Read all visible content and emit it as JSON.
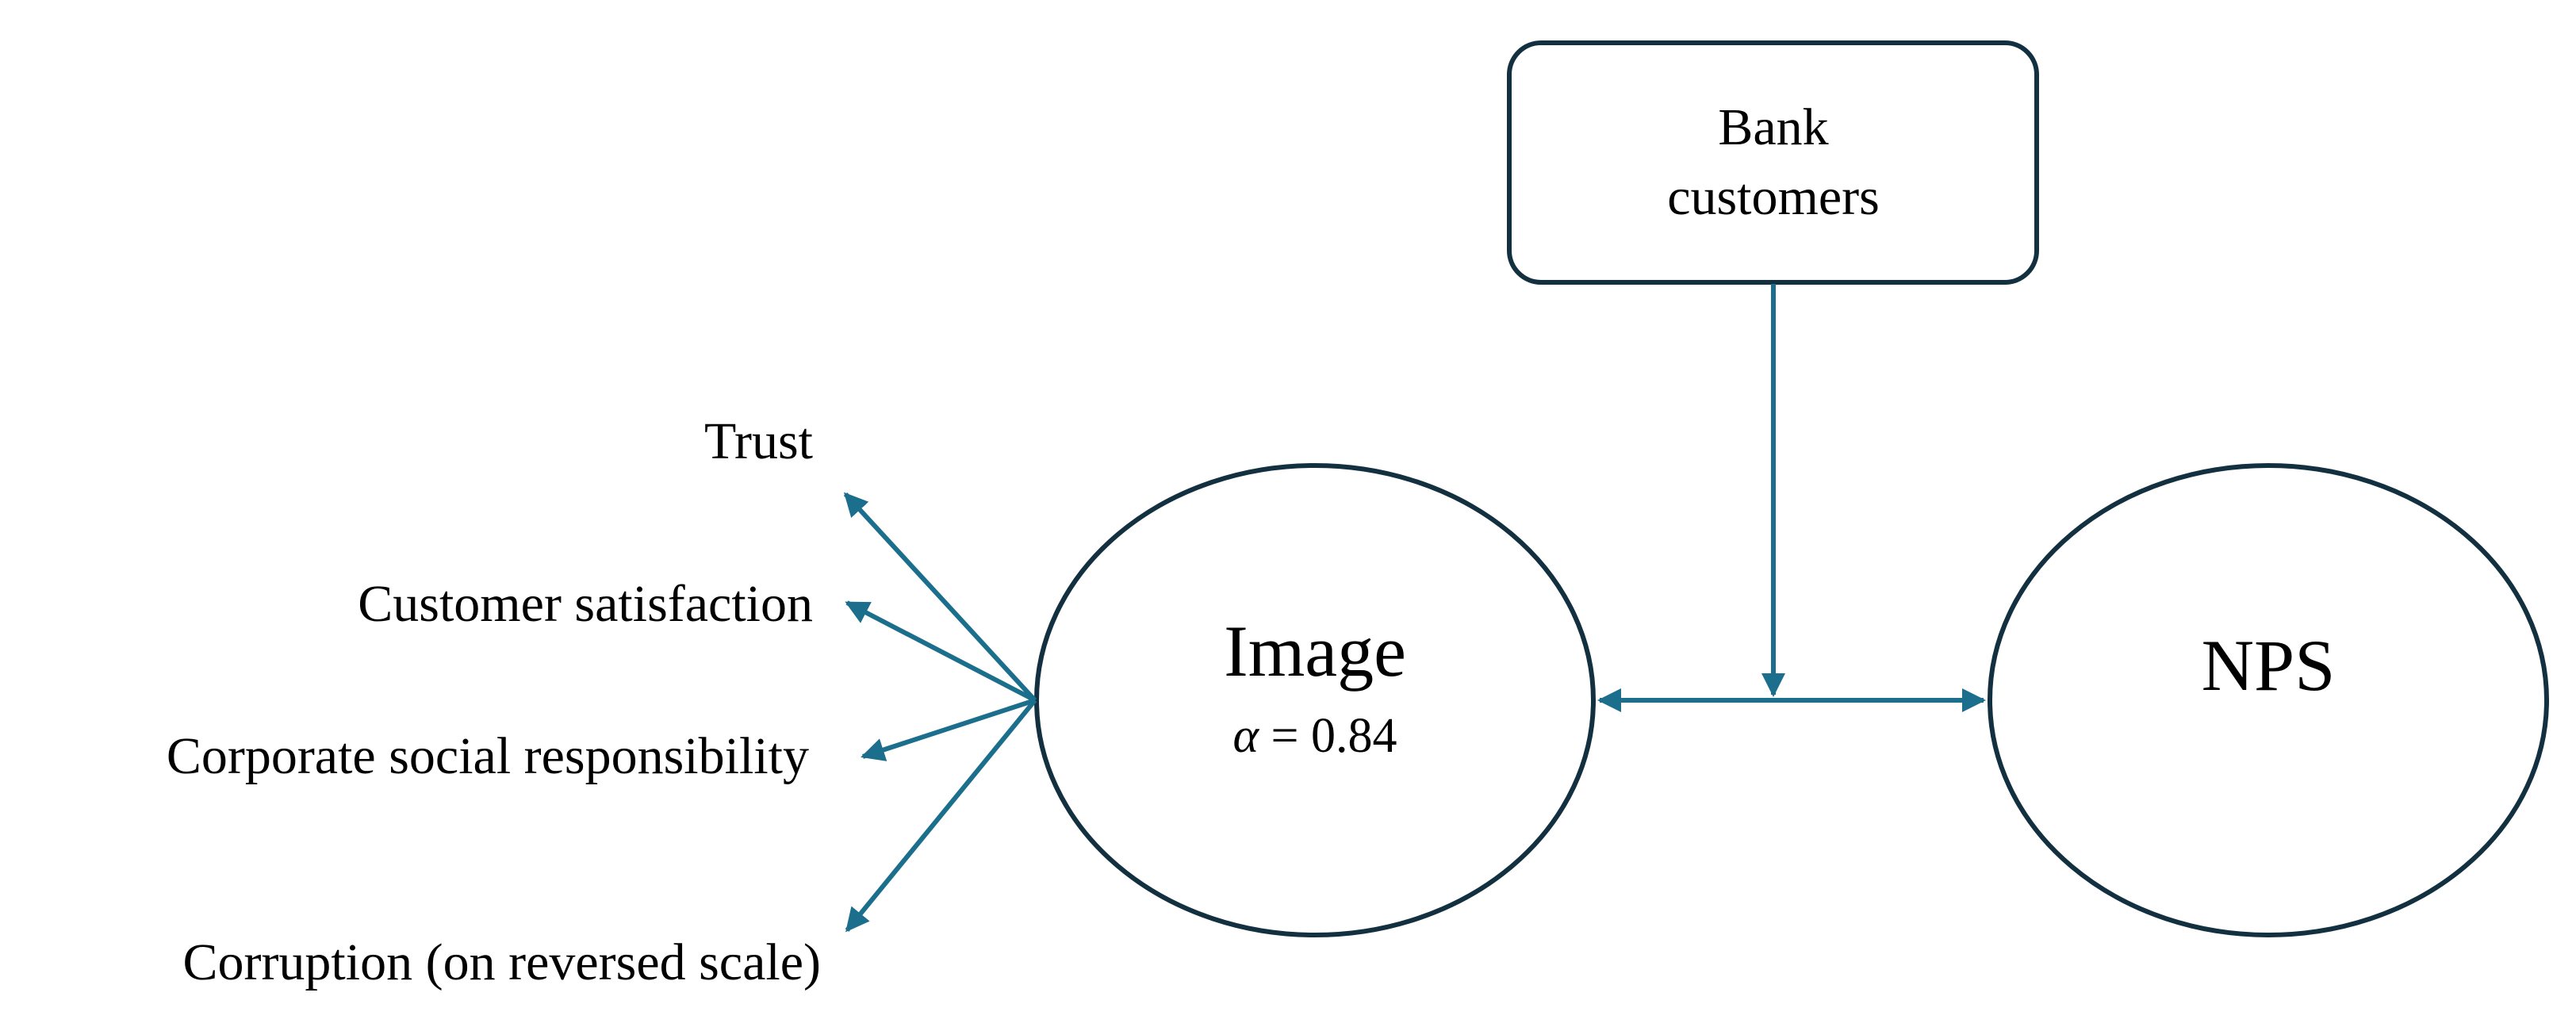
{
  "moderator": {
    "line1": "Bank",
    "line2": "customers"
  },
  "constructs": {
    "image": {
      "label": "Image",
      "alpha_symbol": "α",
      "alpha_text": " = 0.84"
    },
    "nps": {
      "label": "NPS"
    }
  },
  "indicators": [
    "Trust",
    "Customer satisfaction",
    "Corporate social responsibility",
    "Corruption (on reversed scale)"
  ],
  "colors": {
    "arrow": "#1b6f8c",
    "outline": "#12303f"
  }
}
